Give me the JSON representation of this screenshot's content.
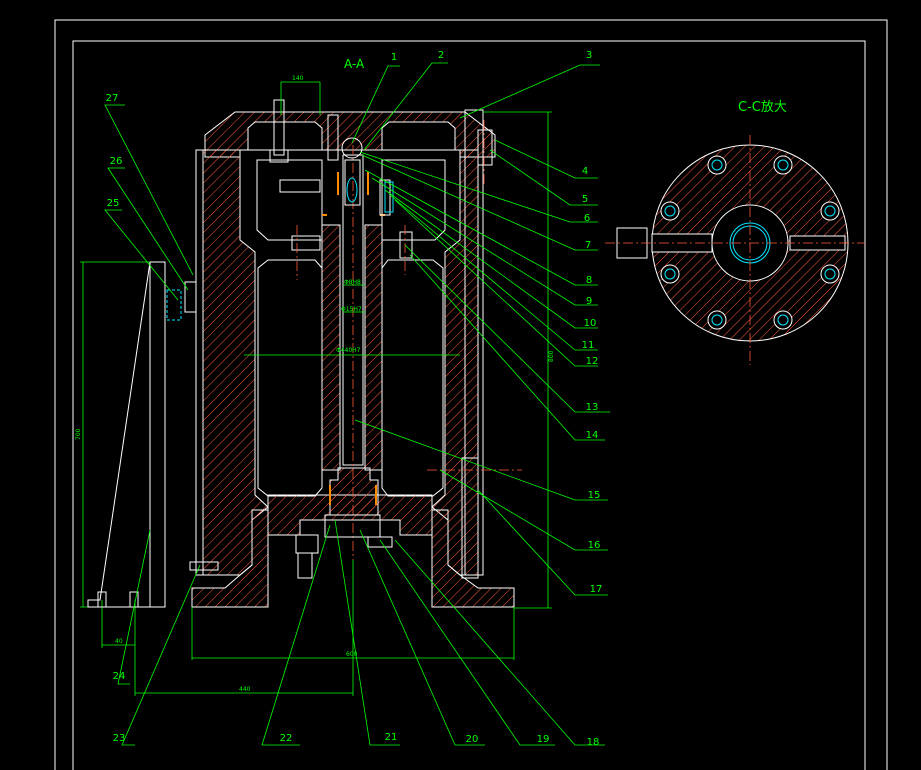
{
  "drawing": {
    "section_title": "A-A",
    "detail_title": "C-C放大",
    "colors": {
      "background": "#000000",
      "outline": "#ffffff",
      "leader": "#00ff00",
      "hatch": "#ff5a3c",
      "accent_cyan": "#00e5ff",
      "accent_orange": "#ff8a00"
    },
    "dimensions": {
      "height_left": "700",
      "height_right": "800",
      "bottom_total": "600",
      "bottom_left": "440",
      "bottom_small": "40",
      "top_small": "140",
      "shaft_label_1": "Φ8H8",
      "shaft_label_2": "Φ15H7",
      "inner_width": "Φ440H7"
    },
    "callouts": [
      "1",
      "2",
      "3",
      "4",
      "5",
      "6",
      "7",
      "8",
      "9",
      "10",
      "11",
      "12",
      "13",
      "14",
      "15",
      "16",
      "17",
      "18",
      "19",
      "20",
      "21",
      "22",
      "23",
      "24",
      "25",
      "26",
      "27"
    ]
  }
}
